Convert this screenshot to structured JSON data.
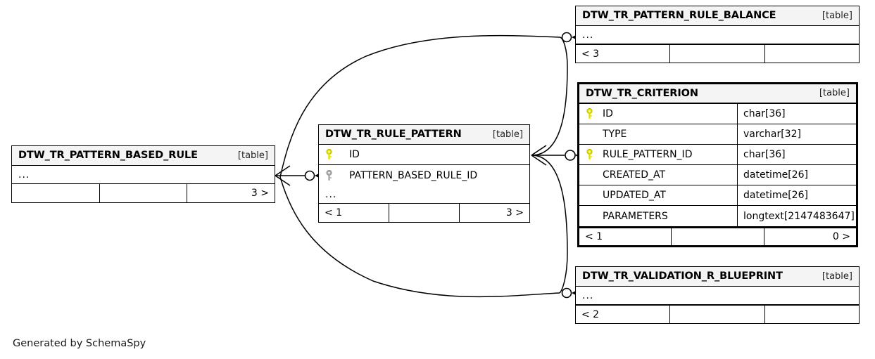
{
  "diagram": {
    "generator_caption": "Generated by SchemaSpy",
    "table_tag": "[table]",
    "ellipsis": "...",
    "pk_icon": "key-icon-primary",
    "fk_icon": "key-icon-foreign",
    "colors": {
      "background": "#ffffff",
      "border": "#000000",
      "header_fill": "#f4f4f4",
      "primary_key": "#e2e200",
      "foreign_key": "#a8a8a8",
      "text": "#000000"
    }
  },
  "tables": [
    {
      "id": "pattern_rule_balance",
      "name": "DTW_TR_PATTERN_RULE_BALANCE",
      "tag": "[table]",
      "focal": false,
      "collapsed": true,
      "columns": [],
      "footer": [
        "< 3",
        "",
        ""
      ]
    },
    {
      "id": "criterion",
      "name": "DTW_TR_CRITERION",
      "tag": "[table]",
      "focal": true,
      "collapsed": false,
      "columns": [
        {
          "name": "ID",
          "type": "char[36]",
          "key": "primary"
        },
        {
          "name": "TYPE",
          "type": "varchar[32]",
          "key": "none"
        },
        {
          "name": "RULE_PATTERN_ID",
          "type": "char[36]",
          "key": "primary"
        },
        {
          "name": "CREATED_AT",
          "type": "datetime[26]",
          "key": "none"
        },
        {
          "name": "UPDATED_AT",
          "type": "datetime[26]",
          "key": "none"
        },
        {
          "name": "PARAMETERS",
          "type": "longtext[2147483647]",
          "key": "none"
        }
      ],
      "footer": [
        "< 1",
        "",
        "0 >"
      ]
    },
    {
      "id": "rule_pattern",
      "name": "DTW_TR_RULE_PATTERN",
      "tag": "[table]",
      "focal": false,
      "collapsed": false,
      "columns": [
        {
          "name": "ID",
          "type": "",
          "key": "primary"
        },
        {
          "name": "PATTERN_BASED_RULE_ID",
          "type": "",
          "key": "foreign"
        }
      ],
      "has_ellipsis_row": true,
      "footer": [
        "< 1",
        "",
        "3 >"
      ]
    },
    {
      "id": "pattern_based_rule",
      "name": "DTW_TR_PATTERN_BASED_RULE",
      "tag": "[table]",
      "focal": false,
      "collapsed": true,
      "columns": [],
      "footer": [
        "",
        "",
        "3 >"
      ]
    },
    {
      "id": "validation_r_blueprint",
      "name": "DTW_TR_VALIDATION_R_BLUEPRINT",
      "tag": "[table]",
      "focal": false,
      "collapsed": true,
      "columns": [],
      "footer": [
        "< 2",
        "",
        ""
      ]
    }
  ],
  "relationships": [
    {
      "id": "rel-rp-to-balance",
      "from": "rule_pattern",
      "to": "pattern_rule_balance",
      "from_marker": "crows-foot",
      "to_marker": "circle-arrow"
    },
    {
      "id": "rel-rp-to-criterion",
      "from": "rule_pattern",
      "to": "criterion",
      "from_marker": "crows-foot",
      "to_marker": "circle-arrow"
    },
    {
      "id": "rel-rp-to-blueprint",
      "from": "rule_pattern",
      "to": "validation_r_blueprint",
      "from_marker": "crows-foot",
      "to_marker": "circle-arrow"
    },
    {
      "id": "rel-pbr-to-rp",
      "from": "pattern_based_rule",
      "to": "rule_pattern",
      "from_marker": "crows-foot",
      "to_marker": "circle-arrow"
    }
  ]
}
